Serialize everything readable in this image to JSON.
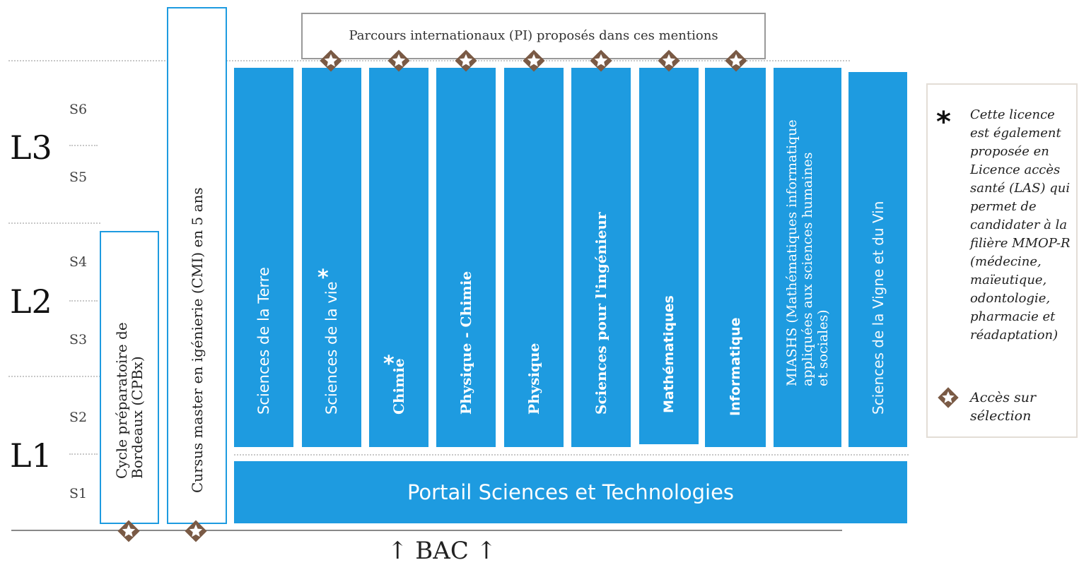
{
  "levels": {
    "l3": "L3",
    "l2": "L2",
    "l1": "L1"
  },
  "semesters": {
    "s6": "S6",
    "s5": "S5",
    "s4": "S4",
    "s3": "S3",
    "s2": "S2",
    "s1": "S1"
  },
  "pi_label": "Parcours internationaux (PI) proposés dans ces mentions",
  "cpbx_label": "Cycle préparatoire de\nBordeaux (CPBx)",
  "cmi_label": "Cursus master en igénierie (CMI) en 5 ans",
  "mentions": {
    "terre": "Sciences de la Terre",
    "vie": "Sciences de la vie",
    "chimie": "Chimie",
    "physchim": "Physique - Chimie",
    "physique": "Physique",
    "ingenieur": "Sciences pour l'ingénieur",
    "maths": "Mathématiques",
    "info": "Informatique",
    "miashs": "MIASHS (Mathématiques informatique\nappliquées aux sciences humaines\net sociales)",
    "vigne": "Sciences de la Vigne et du Vin"
  },
  "asterisk": "*",
  "portal_label": "Portail Sciences et Technologies",
  "bac_label": "↑ BAC ↑",
  "legend": {
    "asterisk": "*",
    "las_text": "Cette licence est également proposée en Licence accès santé (LAS) qui permet de candidater à la filière MMOP-R (médecine, maïeutique, odontologie, pharmacie et réadaptation)",
    "selection_text": "Accès sur sélection",
    "badge_icon": "star-badge-icon"
  },
  "colors": {
    "blue": "#1e9be0",
    "badge_brown": "#7a5a45"
  }
}
